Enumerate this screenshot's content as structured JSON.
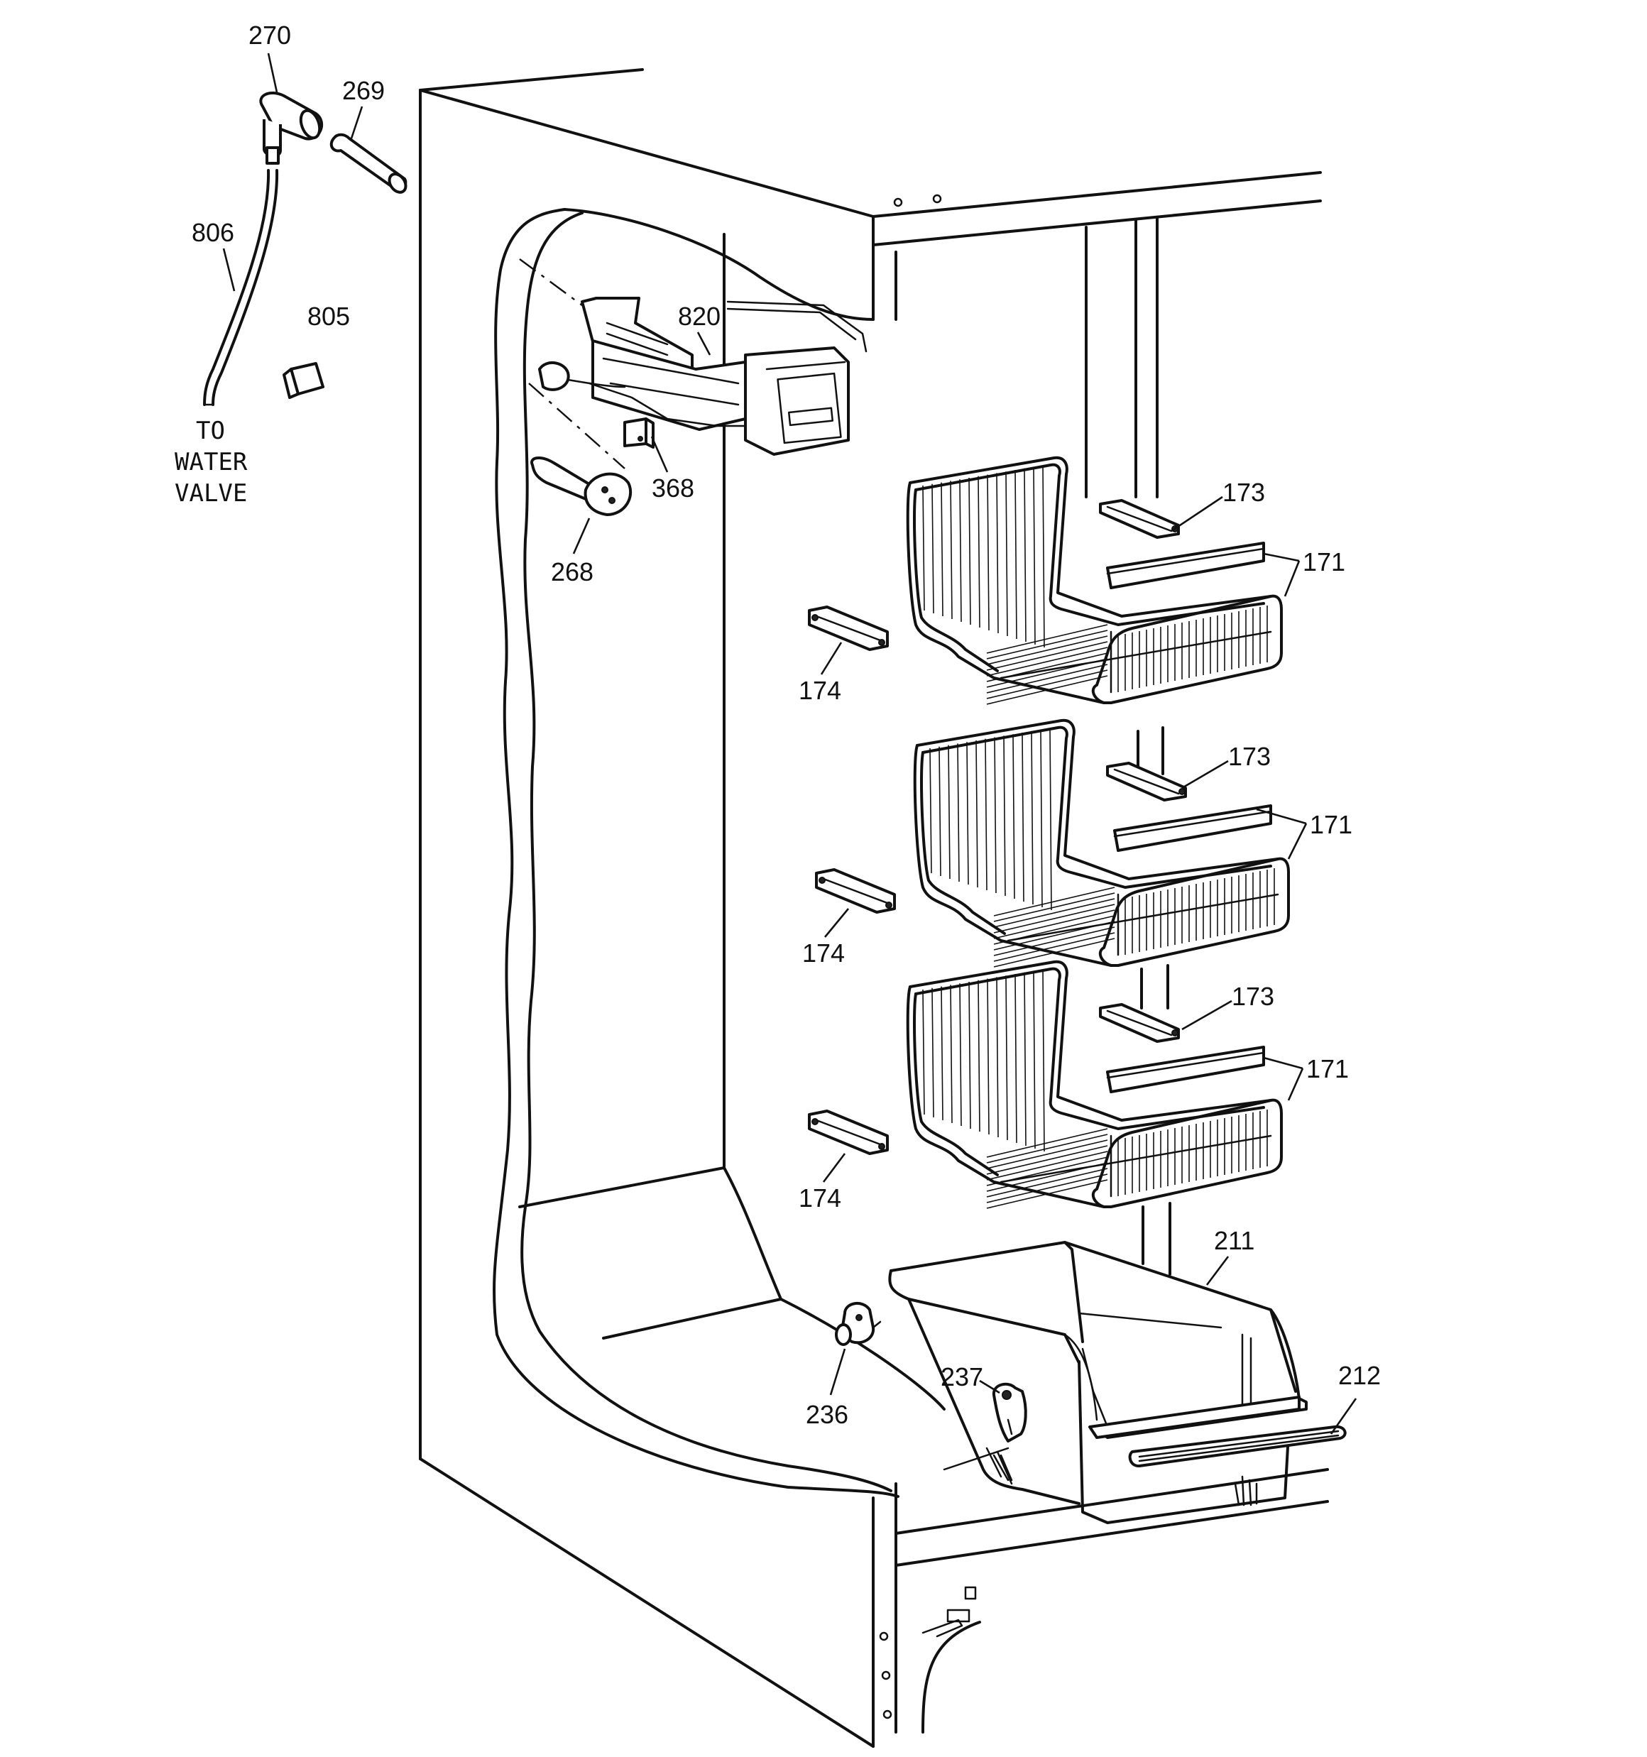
{
  "labels": {
    "p270": "270",
    "p269": "269",
    "p806": "806",
    "p805": "805",
    "p820": "820",
    "p368": "368",
    "p268": "268",
    "p173a": "173",
    "p171a": "171",
    "p174a": "174",
    "p173b": "173",
    "p171b": "171",
    "p174b": "174",
    "p173c": "173",
    "p171c": "171",
    "p174c": "174",
    "p211": "211",
    "p212": "212",
    "p237": "237",
    "p236": "236"
  },
  "water_note": [
    "TO",
    "WATER",
    "VALVE"
  ]
}
